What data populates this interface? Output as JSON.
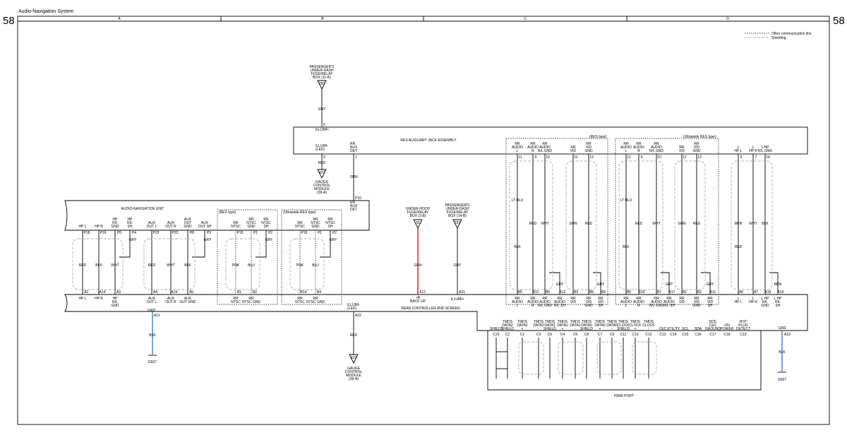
{
  "page": {
    "title": "Audio-Navigation System",
    "number": "58"
  },
  "columns": [
    "A",
    "B",
    "C",
    "D"
  ],
  "legend": {
    "other_comm": "Other communication line",
    "shielding": "Shielding"
  },
  "fusebox_top": {
    "l1": "PASSENGER'S",
    "l2": "UNDER-DASH",
    "l3": "FUSE/RELAY",
    "l4": "BOX (11-B)",
    "fuse": "250",
    "wire": "GRY",
    "pin": "5"
  },
  "res_assembly": {
    "title": "RES AUXILIARY JACK ASSEMBLY",
    "illumi": "ILLUMI+",
    "illumi_led_1": "ILLUMI-",
    "illumi_led_2": "(LED)",
    "illumi_led_pin": "6",
    "illumi_led_wire": "RED",
    "aux_det_1": "RR",
    "aux_det_2": "AUX",
    "aux_det_3": "DET",
    "aux_det_pin": "1",
    "aux_det_wire": "ORN"
  },
  "gauge_top": {
    "fuse": "427",
    "l1": "GAUGE",
    "l2": "CONTROL",
    "l3": "MODULE",
    "l4": "(39-A)"
  },
  "nav_unit": {
    "title": "AUDIO-NAVIGATION UNIT",
    "aux_det_pin": "P10",
    "aux_det_1": "RR",
    "aux_det_2": "AUX",
    "aux_det_3": "DET"
  },
  "res_type": "(RES type)",
  "ultrawide_res_type": "(Ultrawide RES type)",
  "nav_pins": [
    {
      "l1": "HP L",
      "pin": "P18"
    },
    {
      "l1": "HP R",
      "pin": "P19"
    },
    {
      "l1": "HP",
      "l2": "R/L",
      "l3": "GND",
      "pin": "P5"
    },
    {
      "l1": "HP",
      "l2": "R/L",
      "l3": "SH",
      "pin": "P4"
    },
    {
      "l1": "AUX",
      "l2": "OUT L",
      "pin": "P23"
    },
    {
      "l1": "AUX",
      "l2": "OUT R",
      "pin": "P22"
    },
    {
      "l1": "AUX",
      "l2": "OUT",
      "l3": "GND",
      "pin": "P8"
    },
    {
      "l1": "AUX",
      "l2": "OUT SH",
      "pin": "P9"
    },
    {
      "l1": "RR",
      "l2": "NTSC",
      "pin": "P15"
    },
    {
      "l1": "RR",
      "l2": "NTSC",
      "l3": "GND",
      "pin": "P1"
    },
    {
      "l1": "RR",
      "l2": "NTSC",
      "l3": "SH",
      "pin": "P2"
    },
    {
      "l1": "RR",
      "l2": "NTSC",
      "pin": "P15"
    },
    {
      "l1": "RR",
      "l2": "NTSC",
      "l3": "GND",
      "pin": "P1"
    },
    {
      "l1": "RR",
      "l2": "NTSC",
      "l3": "SH",
      "pin": "P2"
    }
  ],
  "nav_wires": [
    "RED",
    "BLK",
    "WHT",
    "GRY",
    "RED",
    "WHT",
    "BLK",
    "GRY",
    "PNK",
    "BLU",
    "GRY",
    "PNK",
    "BLU",
    "GRY"
  ],
  "rc_pins_left": [
    {
      "pin": "A2",
      "l1": "HP L"
    },
    {
      "pin": "A14",
      "l1": "HP R"
    },
    {
      "pin": "A3",
      "l1": "HP",
      "l2": "R/L",
      "l3": "GND"
    },
    {
      "pin": "A4",
      "l1": "AUX",
      "l2": "OUT L"
    },
    {
      "pin": "A16",
      "l1": "AUX",
      "l2": "OUT R"
    },
    {
      "pin": "A5",
      "l1": "AUX",
      "l2": "OUT GND"
    },
    {
      "pin": "B1",
      "l1": "RR",
      "l2": "NTSC"
    },
    {
      "pin": "B2",
      "l1": "RR",
      "l2": "NTSC GND"
    },
    {
      "pin": "B14",
      "l1": "RR",
      "l2": "NTSC"
    },
    {
      "pin": "B4",
      "l1": "RR",
      "l2": "NTSC GND"
    }
  ],
  "rear_controller": {
    "title": "REAR CONTROLLER AND SCREEN",
    "illumi_1": "ILLUMI-",
    "illumi_2": "(LED)",
    "illumi_pin": "A22",
    "illumi_wire": "RED",
    "backup_pin": "A12",
    "backup_1": "+B",
    "backup_2": "BACK UP",
    "illumi_plus_pin": "A21",
    "illumi_plus": "ILLUMI+"
  },
  "gnd_left": {
    "label": "GND",
    "pin": "A11",
    "wire": "BLK",
    "ground": "G507"
  },
  "gnd_right": {
    "label": "GND",
    "pin": "A23",
    "wire": "BLK",
    "ground": "G507"
  },
  "gauge_bottom": {
    "fuse": "427",
    "l1": "GAUGE",
    "l2": "CONTROL",
    "l3": "MODULE",
    "l4": "(39-A)"
  },
  "underhood": {
    "l1": "UNDER-HOOD",
    "l2": "FUSE/RELAY",
    "l3": "BOX (2-B)",
    "fuse": "55",
    "wire": "GRN"
  },
  "underdash2": {
    "l1": "PASSENGER'S",
    "l2": "UNDER-DASH",
    "l3": "FUSE/RELAY",
    "l4": "BOX (14-B)",
    "fuse": "297",
    "wire": "GRY"
  },
  "res_right_title": "(RES type)",
  "ultra_right_title": "(Ultrawide RES type)",
  "c_top": [
    {
      "l1": "RR",
      "l2": "AUDIO",
      "l3": "L",
      "pin": "11"
    },
    {
      "l1": "RR",
      "l2": "AUDIO",
      "l3": "R",
      "pin": "9"
    },
    {
      "l1": "RR",
      "l2": "AUDIO",
      "l3": "R/L GND",
      "pin": "10"
    },
    {
      "l1": "RR",
      "l2": "VID",
      "pin": "12"
    },
    {
      "l1": "RR",
      "l2": "VID",
      "l3": "GND",
      "pin": "13"
    },
    {
      "l1": "RR",
      "l2": "AUDIO",
      "l3": "L",
      "pin": "11"
    },
    {
      "l1": "RR",
      "l2": "AUDIO",
      "l3": "R",
      "pin": "9"
    },
    {
      "l1": "RR",
      "l2": "AUDIO",
      "l3": "R/L GND",
      "pin": "10"
    },
    {
      "l1": "RR",
      "l2": "VID",
      "pin": "12"
    },
    {
      "l1": "RR",
      "l2": "VID",
      "l3": "GND",
      "pin": "13"
    },
    {
      "l1": "L",
      "l2": "HP L",
      "pin": "6"
    },
    {
      "l1": "L",
      "l2": "HP R",
      "pin": "7"
    },
    {
      "l1": "L HP",
      "l2": "R/L GND",
      "pin": "14"
    }
  ],
  "c_wires": [
    "LT BLU",
    "RED",
    "WHT",
    "GRN",
    "RED",
    "LT BLU",
    "RED",
    "WHT",
    "GRN",
    "RED",
    "BRN",
    "WHT",
    "BLK"
  ],
  "c_wires_low": [
    "BLK",
    "RED"
  ],
  "c_sh_wires": [
    "GRY",
    "GRY",
    "GRY",
    "GRY",
    "BRN"
  ],
  "c_bottom": [
    {
      "pin": "B5",
      "l1": "RR",
      "l2": "AUDIO",
      "l3": "L"
    },
    {
      "pin": "B11",
      "l1": "RR",
      "l2": "AUDIO",
      "l3": "R"
    },
    {
      "pin": "B6",
      "l1": "RR",
      "l2": "AUDIO",
      "l3": "R/L GND"
    },
    {
      "pin": "B12",
      "l1": "RR",
      "l2": "AUDIO",
      "l3": "R/L SH"
    },
    {
      "pin": "B3",
      "l1": "RR",
      "l2": "VID"
    },
    {
      "pin": "B8",
      "l1": "RR",
      "l2": "VID",
      "l3": "GND"
    },
    {
      "pin": "B9",
      "l1": "RR",
      "l2": "VID",
      "l3": "SH"
    },
    {
      "pin": "B6",
      "l1": "RR",
      "l2": "AUDIO",
      "l3": "L"
    },
    {
      "pin": "B16",
      "l1": "RR",
      "l2": "AUDIO",
      "l3": "R"
    },
    {
      "pin": "B7",
      "l1": "RR",
      "l2": "AUDIO",
      "l3": "R/L GND"
    },
    {
      "pin": "B17",
      "l1": "RR",
      "l2": "AUDIO",
      "l3": "R/L SH"
    },
    {
      "pin": "B1",
      "l1": "RR",
      "l2": "VID"
    },
    {
      "pin": "B2",
      "l1": "RR",
      "l2": "VID",
      "l3": "GND"
    },
    {
      "pin": "B11",
      "l1": "RR",
      "l2": "VID",
      "l3": "SH"
    },
    {
      "pin": "A6",
      "l1": "L",
      "l2": "HP L"
    },
    {
      "pin": "A7",
      "l1": "L",
      "l2": "HP R"
    },
    {
      "pin": "A18",
      "l1": "L HP",
      "l2": "R/L",
      "l3": "GND"
    },
    {
      "pin": "A19",
      "l1": "L HP",
      "l2": "R/L",
      "l3": "SH"
    }
  ],
  "hdmi": {
    "title": "HDMI PORT",
    "signals": [
      {
        "l1": "SHIELD",
        "pin": "C20"
      },
      {
        "l1": "TMDS",
        "l2": "DATA2",
        "l3": "SHIELD",
        "pin": "C2"
      },
      {
        "l1": "TMDS",
        "l2": "DATA2",
        "l3": "+",
        "pin": "C1"
      },
      {
        "l1": "TMDS",
        "l2": "DATA2",
        "l3": "-",
        "pin": "C3"
      },
      {
        "l1": "TMDS",
        "l2": "DATA1",
        "l3": "SHIELD",
        "pin": "C5"
      },
      {
        "l1": "TMDS",
        "l2": "DATA1",
        "l3": "+",
        "pin": "C4"
      },
      {
        "l1": "TMDS",
        "l2": "DATA1",
        "l3": "-",
        "pin": "C6"
      },
      {
        "l1": "TMDS",
        "l2": "DATA0",
        "l3": "SHIELD",
        "pin": "C8"
      },
      {
        "l1": "TMDS",
        "l2": "DATA0",
        "l3": "+",
        "pin": "C7"
      },
      {
        "l1": "TMDS",
        "l2": "DATA0",
        "l3": "-",
        "pin": "C9"
      },
      {
        "l1": "TMDS",
        "l2": "CLOCK",
        "l3": "SHIELD",
        "pin": "C11"
      },
      {
        "l1": "TMDS",
        "l2": "CLOCK",
        "l3": "+",
        "pin": "C10"
      },
      {
        "l1": "TMDS",
        "l2": "CLOCK",
        "l3": "-",
        "pin": "C12"
      },
      {
        "l1": "CEC",
        "pin": "C13"
      },
      {
        "l1": "UTILITY",
        "pin": "C14"
      },
      {
        "l1": "SCL",
        "pin": "C15"
      },
      {
        "l1": "SDA",
        "pin": "C16"
      },
      {
        "l1": "DDC",
        "l2": "CEC",
        "l3": "GROUND",
        "pin": "C17"
      },
      {
        "l1": "+5V",
        "l2": "POWER",
        "pin": "C18"
      },
      {
        "l1": "HOT",
        "l2": "PLUG",
        "l3": "DETECT",
        "pin": "C19"
      }
    ]
  }
}
